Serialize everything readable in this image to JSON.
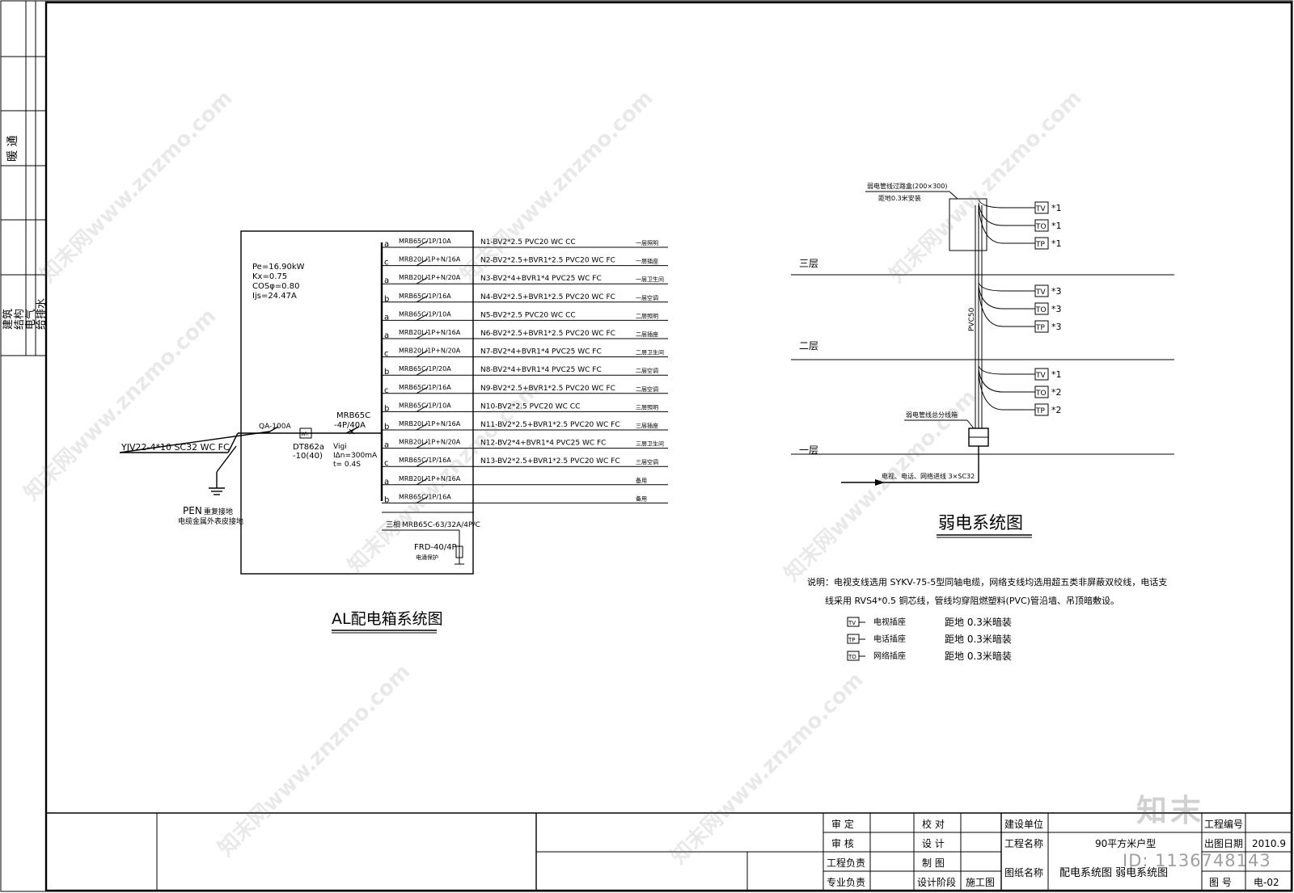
{
  "side_strip": {
    "label_hvac": "暖 通",
    "labels_bottom": [
      "建筑",
      "结构",
      "电气",
      "给排水"
    ]
  },
  "al_box": {
    "params": [
      "Pe=16.90kW",
      "Kx=0.75",
      "COSφ=0.80",
      "Ijs=24.47A"
    ],
    "incoming_cable": "YJV22-4*10 SC32 WC FC",
    "main_switch": "QA-100A",
    "meter_model": "DT862a",
    "meter_rating": "-10(40)",
    "meter_symbol": "Wh",
    "rcd_model": "MRB65C",
    "rcd_rating": "-4P/40A",
    "rcd_vigi": "Vigi",
    "rcd_current": "IΔn=300mA",
    "rcd_time": "t= 0.4S",
    "pen_label": "PEN",
    "pen_note1": "重复接地",
    "pen_note2": "电缆金属外表皮接地",
    "circuits": [
      {
        "phase": "a",
        "breaker": "MRB65C/1P/10A",
        "cable": "N1-BV2*2.5 PVC20 WC CC",
        "use": "一层照明"
      },
      {
        "phase": "c",
        "breaker": "MRB20L/1P+N/16A",
        "cable": "N2-BV2*2.5+BVR1*2.5 PVC20 WC FC",
        "use": "一层插座"
      },
      {
        "phase": "a",
        "breaker": "MRB20L/1P+N/20A",
        "cable": "N3-BV2*4+BVR1*4 PVC25 WC FC",
        "use": "一层卫生间"
      },
      {
        "phase": "b",
        "breaker": "MRB65C/1P/16A",
        "cable": "N4-BV2*2.5+BVR1*2.5 PVC20 WC FC",
        "use": "一层空调"
      },
      {
        "phase": "a",
        "breaker": "MRB65C/1P/10A",
        "cable": "N5-BV2*2.5 PVC20 WC CC",
        "use": "二层照明"
      },
      {
        "phase": "a",
        "breaker": "MRB20L/1P+N/16A",
        "cable": "N6-BV2*2.5+BVR1*2.5 PVC20 WC FC",
        "use": "二层插座"
      },
      {
        "phase": "c",
        "breaker": "MRB20L/1P+N/20A",
        "cable": "N7-BV2*4+BVR1*4 PVC25 WC FC",
        "use": "二层卫生间"
      },
      {
        "phase": "b",
        "breaker": "MRB65C/1P/20A",
        "cable": "N8-BV2*4+BVR1*4 PVC25 WC FC",
        "use": "二层空调"
      },
      {
        "phase": "c",
        "breaker": "MRB65C/1P/16A",
        "cable": "N9-BV2*2.5+BVR1*2.5 PVC20 WC FC",
        "use": "二层空调"
      },
      {
        "phase": "b",
        "breaker": "MRB65C/1P/10A",
        "cable": "N10-BV2*2.5 PVC20 WC CC",
        "use": "三层照明"
      },
      {
        "phase": "b",
        "breaker": "MRB20L/1P+N/16A",
        "cable": "N11-BV2*2.5+BVR1*2.5 PVC20 WC FC",
        "use": "三层插座"
      },
      {
        "phase": "a",
        "breaker": "MRB20L/1P+N/20A",
        "cable": "N12-BV2*4+BVR1*4 PVC25 WC FC",
        "use": "三层卫生间"
      },
      {
        "phase": "c",
        "breaker": "MRB65C/1P/16A",
        "cable": "N13-BV2*2.5+BVR1*2.5 PVC20 WC FC",
        "use": "三层空调"
      },
      {
        "phase": "a",
        "breaker": "MRB20L/1P+N/16A",
        "cable": "",
        "use": "备用"
      },
      {
        "phase": "b",
        "breaker": "MRB65C/1P/16A",
        "cable": "",
        "use": "备用"
      }
    ],
    "three_phase_label": "三相",
    "three_phase_breaker": "MRB65C-63/32A/4P/C",
    "spd_model": "FRD-40/4P",
    "spd_note": "电涌保护",
    "title": "AL配电箱系统图"
  },
  "weak": {
    "junction_box": "弱电管线过路盒(200×300)",
    "junction_height": "距地0.3米安装",
    "main_box": "弱电管线总分线箱",
    "incoming": "电视、电话、网络进线 3×SC32",
    "riser": "PVC50",
    "floors": [
      "三层",
      "二层",
      "一层"
    ],
    "outlets_top": [
      {
        "code": "TV",
        "count": "*1"
      },
      {
        "code": "TO",
        "count": "*1"
      },
      {
        "code": "TP",
        "count": "*1"
      }
    ],
    "outlets_mid": [
      {
        "code": "TV",
        "count": "*3"
      },
      {
        "code": "TO",
        "count": "*3"
      },
      {
        "code": "TP",
        "count": "*3"
      }
    ],
    "outlets_low": [
      {
        "code": "TV",
        "count": "*1"
      },
      {
        "code": "TO",
        "count": "*2"
      },
      {
        "code": "TP",
        "count": "*2"
      }
    ],
    "title": "弱电系统图",
    "note_line1": "说明：电视支线选用 SYKV-75-5型同轴电缆，网络支线均选用超五类非屏蔽双绞线，电话支",
    "note_line2": "线采用 RVS4*0.5 铜芯线，管线均穿阻燃塑料(PVC)管沿墙、吊顶暗敷设。",
    "legend": [
      {
        "code": "TV",
        "name": "电视插座",
        "install": "距地 0.3米暗装"
      },
      {
        "code": "TP",
        "name": "电话插座",
        "install": "距地 0.3米暗装"
      },
      {
        "code": "TO",
        "name": "网络插座",
        "install": "距地 0.3米暗装"
      }
    ]
  },
  "title_block": {
    "audit": "审  定",
    "review": "审  核",
    "project_lead": "工程负责",
    "discipline_lead": "专业负责",
    "check": "校  对",
    "design": "设  计",
    "draw": "制  图",
    "design_stage": "设计阶段",
    "stage_value": "施工图",
    "client": "建设单位",
    "project_name_label": "工程名称",
    "project_name": "90平方米户型",
    "drawing_name_label": "图纸名称",
    "drawing_name": "配电系统图  弱电系统图",
    "project_no_label": "工程编号",
    "date_label": "出图日期",
    "date": "2010.9",
    "drawing_no_label": "图  号",
    "drawing_no": "电-02"
  },
  "watermark": {
    "text": "知末网www.znzmo.com",
    "brand": "知末",
    "id": "ID: 1136748143"
  }
}
